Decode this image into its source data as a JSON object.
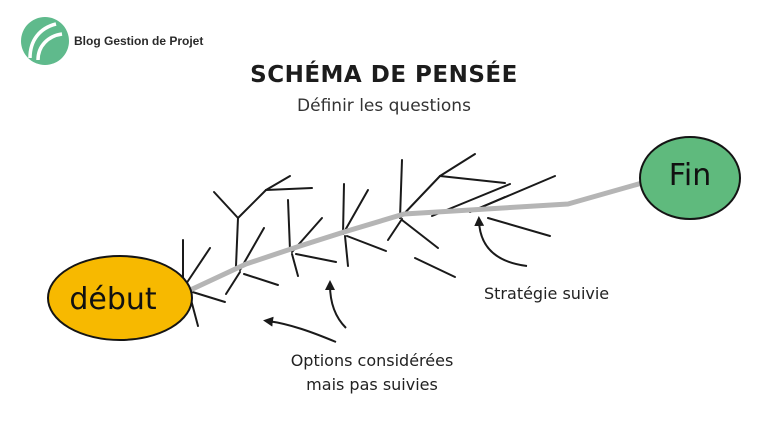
{
  "brand": {
    "name": "Blog Gestion de Projet",
    "logo_icon": "leaf-logo-icon",
    "logo_color": "#5fba8c"
  },
  "title": "SCHÉMA DE PENSÉE",
  "subtitle": "Définir les questions",
  "nodes": {
    "start": {
      "label": "début",
      "color": "#f7b900"
    },
    "end": {
      "label": "Fin",
      "color": "#5fba7d"
    }
  },
  "annotations": {
    "strategy": "Stratégie suivie",
    "options_line1": "Options considérées",
    "options_line2": "mais pas suivies"
  },
  "colors": {
    "main_path": "#b5b5b5",
    "branches": "#1a1a1a"
  }
}
